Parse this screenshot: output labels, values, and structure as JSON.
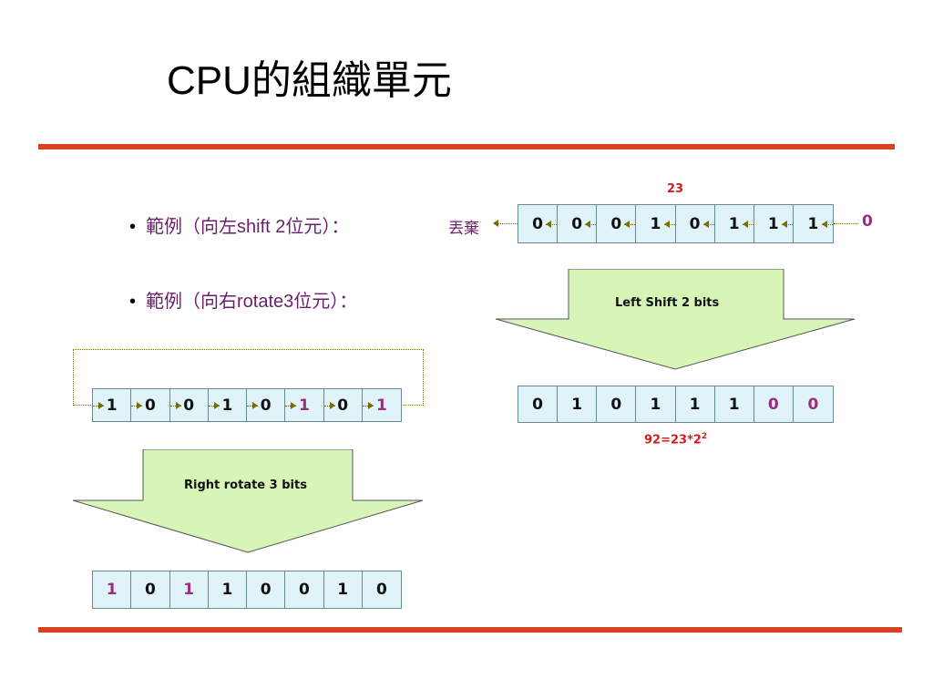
{
  "title": "CPU的組織單元",
  "bullets": [
    {
      "marker": "•",
      "prefix": "範例（向左",
      "latin": "shift 2",
      "suffix": "位元）："
    },
    {
      "marker": "•",
      "prefix": "範例（向右",
      "latin": "rotate3",
      "suffix": "位元）："
    }
  ],
  "discard_label": "丟棄",
  "shift_example": {
    "original_value_label": "23",
    "input_bits": [
      "0",
      "0",
      "0",
      "1",
      "0",
      "1",
      "1",
      "1"
    ],
    "fill_bit": "0",
    "operation_label": "Left Shift 2 bits",
    "result_bits": [
      "0",
      "1",
      "0",
      "1",
      "1",
      "1",
      "0",
      "0"
    ],
    "result_highlight": [
      false,
      false,
      false,
      false,
      false,
      false,
      true,
      true
    ],
    "result_label": "92=23*2",
    "result_label_exponent": "2"
  },
  "rotate_example": {
    "input_bits": [
      "1",
      "0",
      "0",
      "1",
      "0",
      "1",
      "0",
      "1"
    ],
    "input_highlight": [
      false,
      false,
      false,
      false,
      false,
      true,
      false,
      true
    ],
    "operation_label": "Right rotate 3 bits",
    "result_bits": [
      "1",
      "0",
      "1",
      "1",
      "0",
      "0",
      "1",
      "0"
    ],
    "result_highlight": [
      true,
      false,
      true,
      false,
      false,
      false,
      false,
      false
    ]
  },
  "colors": {
    "rule": "#d6431e",
    "cell_fill": "#dff3f8",
    "arrow_fill": "#d8f5b8",
    "highlight_bit": "#9e2b7e",
    "red_label": "#d11f1f",
    "bullet_text": "#6b1f6b"
  }
}
